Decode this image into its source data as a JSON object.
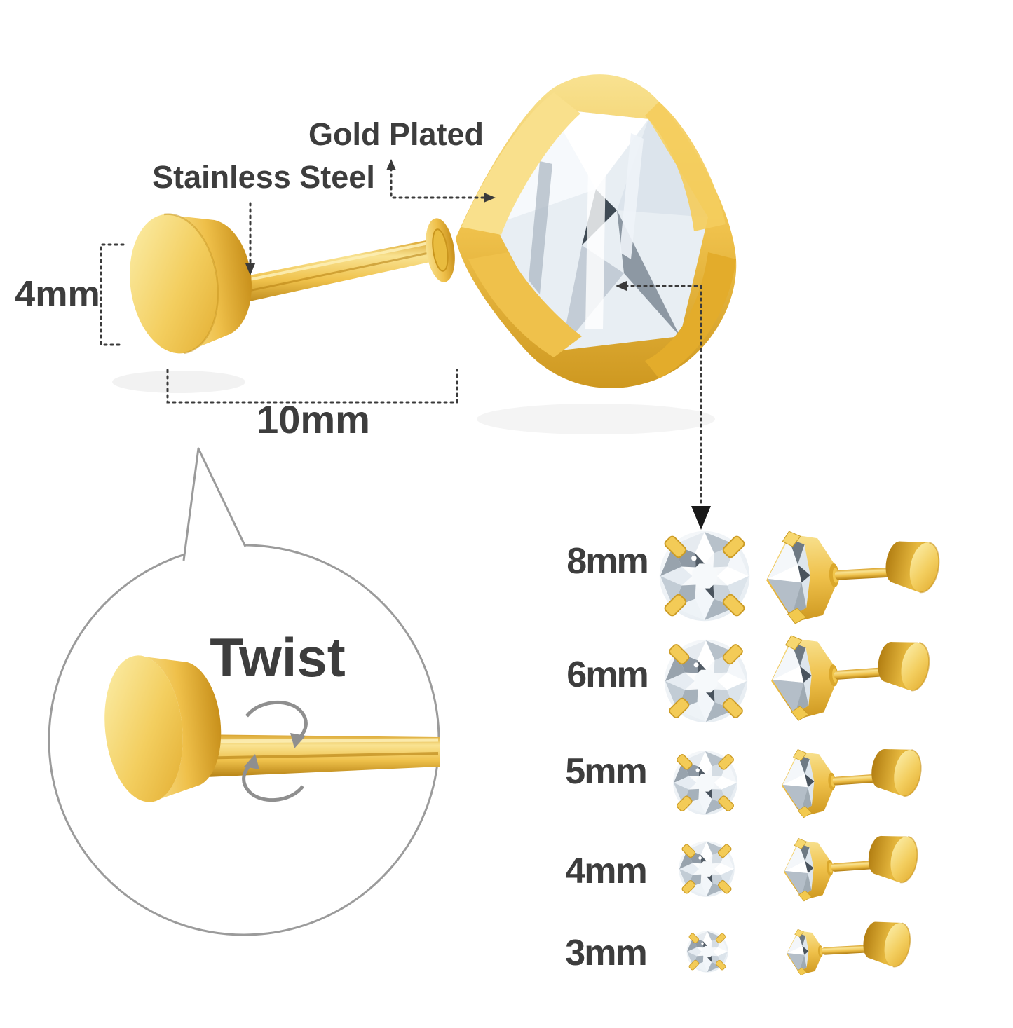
{
  "annotations": {
    "gold_plated": "Gold Plated",
    "stainless_steel": "Stainless Steel",
    "back_height": "4mm",
    "post_length": "10mm",
    "twist": "Twist"
  },
  "size_chart": {
    "sizes": [
      {
        "label": "8mm"
      },
      {
        "label": "6mm"
      },
      {
        "label": "5mm"
      },
      {
        "label": "4mm"
      },
      {
        "label": "3mm"
      }
    ]
  },
  "colors": {
    "gold": "#EFC14B",
    "gold_light": "#F9E392",
    "gold_dark": "#C8901B",
    "gem_light": "#F4F7FA",
    "gem_mid": "#C7D0D8",
    "gem_dark": "#49535D",
    "label_text": "#3D3D3D",
    "twist_text": "#151515",
    "annotation_line": "#3A3A3A",
    "bubble_outline": "#9B9B9B"
  }
}
